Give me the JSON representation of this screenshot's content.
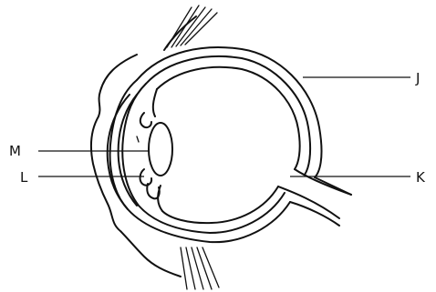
{
  "diagram": {
    "labels": {
      "j": "J",
      "k": "K",
      "l": "L",
      "m": "M"
    }
  },
  "colors": {
    "ink": "#111111",
    "background": "#ffffff"
  }
}
